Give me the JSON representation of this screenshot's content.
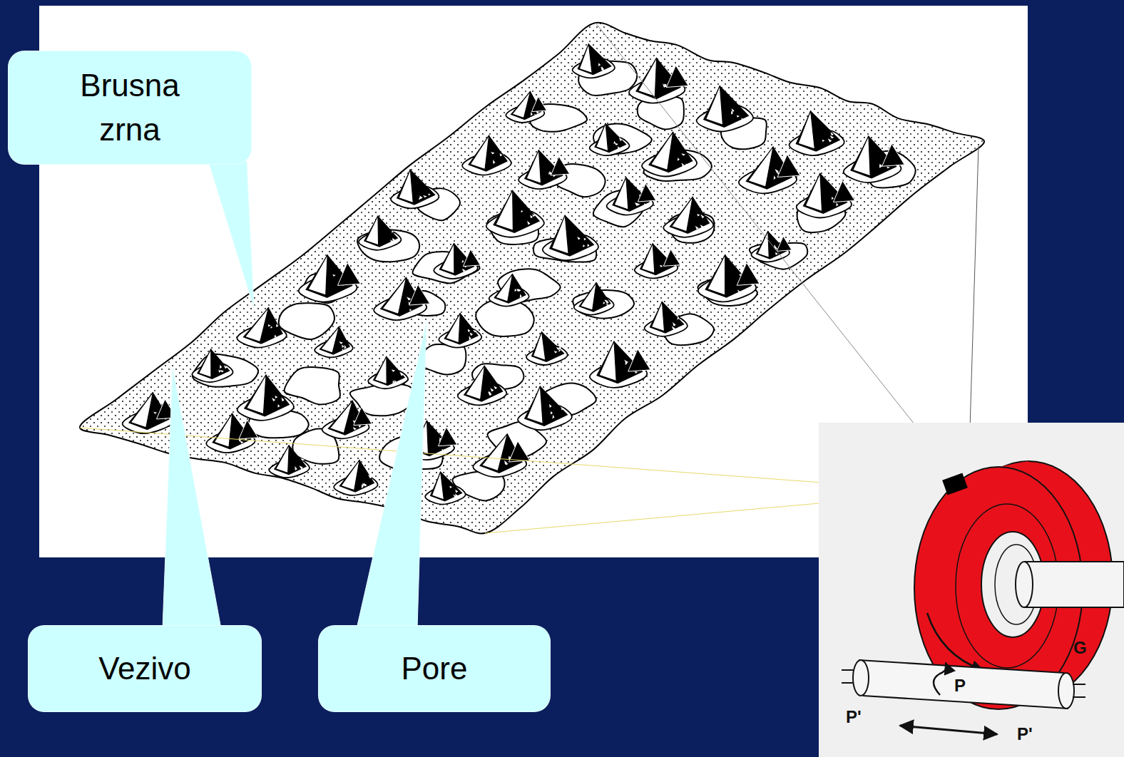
{
  "diagram": {
    "nodes": [
      {
        "text": [
          "Brusna zrna"
        ]
      },
      {
        "text": [
          "Vezivo"
        ]
      },
      {
        "text": [
          "Pore"
        ]
      }
    ],
    "labels": [
      "G",
      "P",
      "P'",
      "P'"
    ]
  }
}
